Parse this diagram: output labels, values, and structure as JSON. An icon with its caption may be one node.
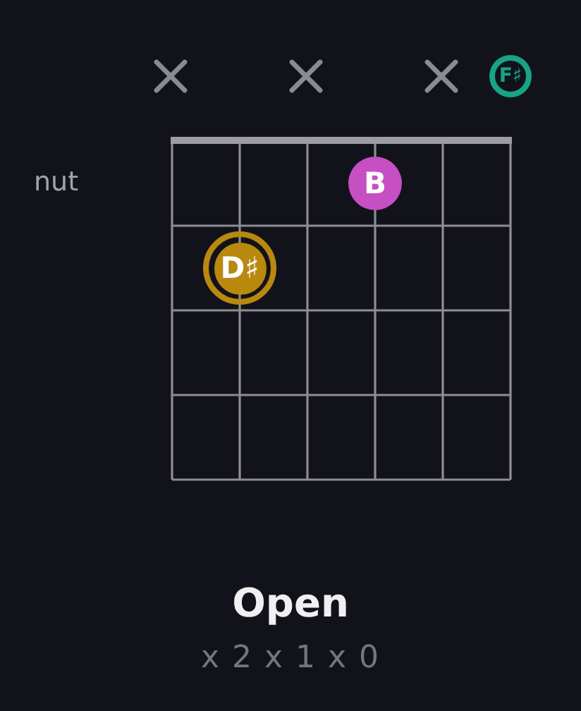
{
  "diagram": {
    "title": "Open",
    "caption": "x 2 x 1 x 0",
    "nodes": [
      {
        "text": [
          "F♯"
        ]
      },
      {
        "text": [
          "B"
        ]
      },
      {
        "text": [
          "D♯"
        ]
      }
    ],
    "labels": [
      "nut"
    ]
  }
}
